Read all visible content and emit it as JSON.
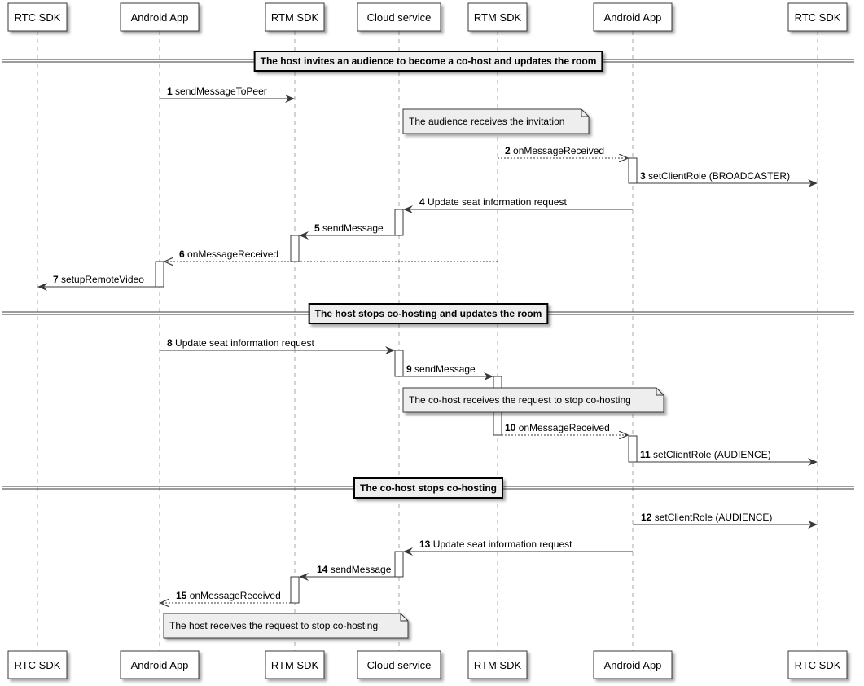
{
  "participants": [
    {
      "id": "rtc1",
      "label": "RTC SDK"
    },
    {
      "id": "app1",
      "label": "Android App"
    },
    {
      "id": "rtm1",
      "label": "RTM SDK"
    },
    {
      "id": "cloud",
      "label": "Cloud service"
    },
    {
      "id": "rtm2",
      "label": "RTM SDK"
    },
    {
      "id": "app2",
      "label": "Android App"
    },
    {
      "id": "rtc2",
      "label": "RTC SDK"
    }
  ],
  "dividers": [
    {
      "label": "The host invites an audience to become a co-host and updates the room"
    },
    {
      "label": "The host stops co-hosting and updates the room"
    },
    {
      "label": "The co-host stops co-hosting"
    }
  ],
  "messages": [
    {
      "num": "1",
      "text": "sendMessageToPeer",
      "from": "app1",
      "to": "rtm1",
      "style": "solid"
    },
    {
      "num": "2",
      "text": "onMessageReceived",
      "from": "rtm2",
      "to": "app2",
      "style": "dashed"
    },
    {
      "num": "3",
      "text": "setClientRole (BROADCASTER)",
      "from": "app2",
      "to": "rtc2",
      "style": "solid"
    },
    {
      "num": "4",
      "text": "Update seat information request",
      "from": "app2",
      "to": "cloud",
      "style": "solid"
    },
    {
      "num": "5",
      "text": "sendMessage",
      "from": "cloud",
      "to": "rtm1",
      "style": "solid"
    },
    {
      "num": "6",
      "text": "onMessageReceived",
      "from": "rtm2",
      "to": "app1",
      "style": "dashed"
    },
    {
      "num": "7",
      "text": "setupRemoteVideo",
      "from": "app1",
      "to": "rtc1",
      "style": "solid"
    },
    {
      "num": "8",
      "text": "Update seat information request",
      "from": "app1",
      "to": "cloud",
      "style": "solid"
    },
    {
      "num": "9",
      "text": "sendMessage",
      "from": "cloud",
      "to": "rtm2",
      "style": "solid"
    },
    {
      "num": "10",
      "text": "onMessageReceived",
      "from": "rtm2",
      "to": "app2",
      "style": "dashed"
    },
    {
      "num": "11",
      "text": "setClientRole (AUDIENCE)",
      "from": "app2",
      "to": "rtc2",
      "style": "solid"
    },
    {
      "num": "12",
      "text": "setClientRole (AUDIENCE)",
      "from": "app2",
      "to": "rtc2",
      "style": "solid"
    },
    {
      "num": "13",
      "text": "Update seat information request",
      "from": "app2",
      "to": "cloud",
      "style": "solid"
    },
    {
      "num": "14",
      "text": "sendMessage",
      "from": "cloud",
      "to": "rtm1",
      "style": "solid"
    },
    {
      "num": "15",
      "text": "onMessageReceived",
      "from": "rtm1",
      "to": "app1",
      "style": "dashed"
    }
  ],
  "notes": [
    {
      "text": "The audience receives the invitation"
    },
    {
      "text": "The co-host receives the request to stop co-hosting"
    },
    {
      "text": "The host receives the request to stop co-hosting"
    }
  ]
}
